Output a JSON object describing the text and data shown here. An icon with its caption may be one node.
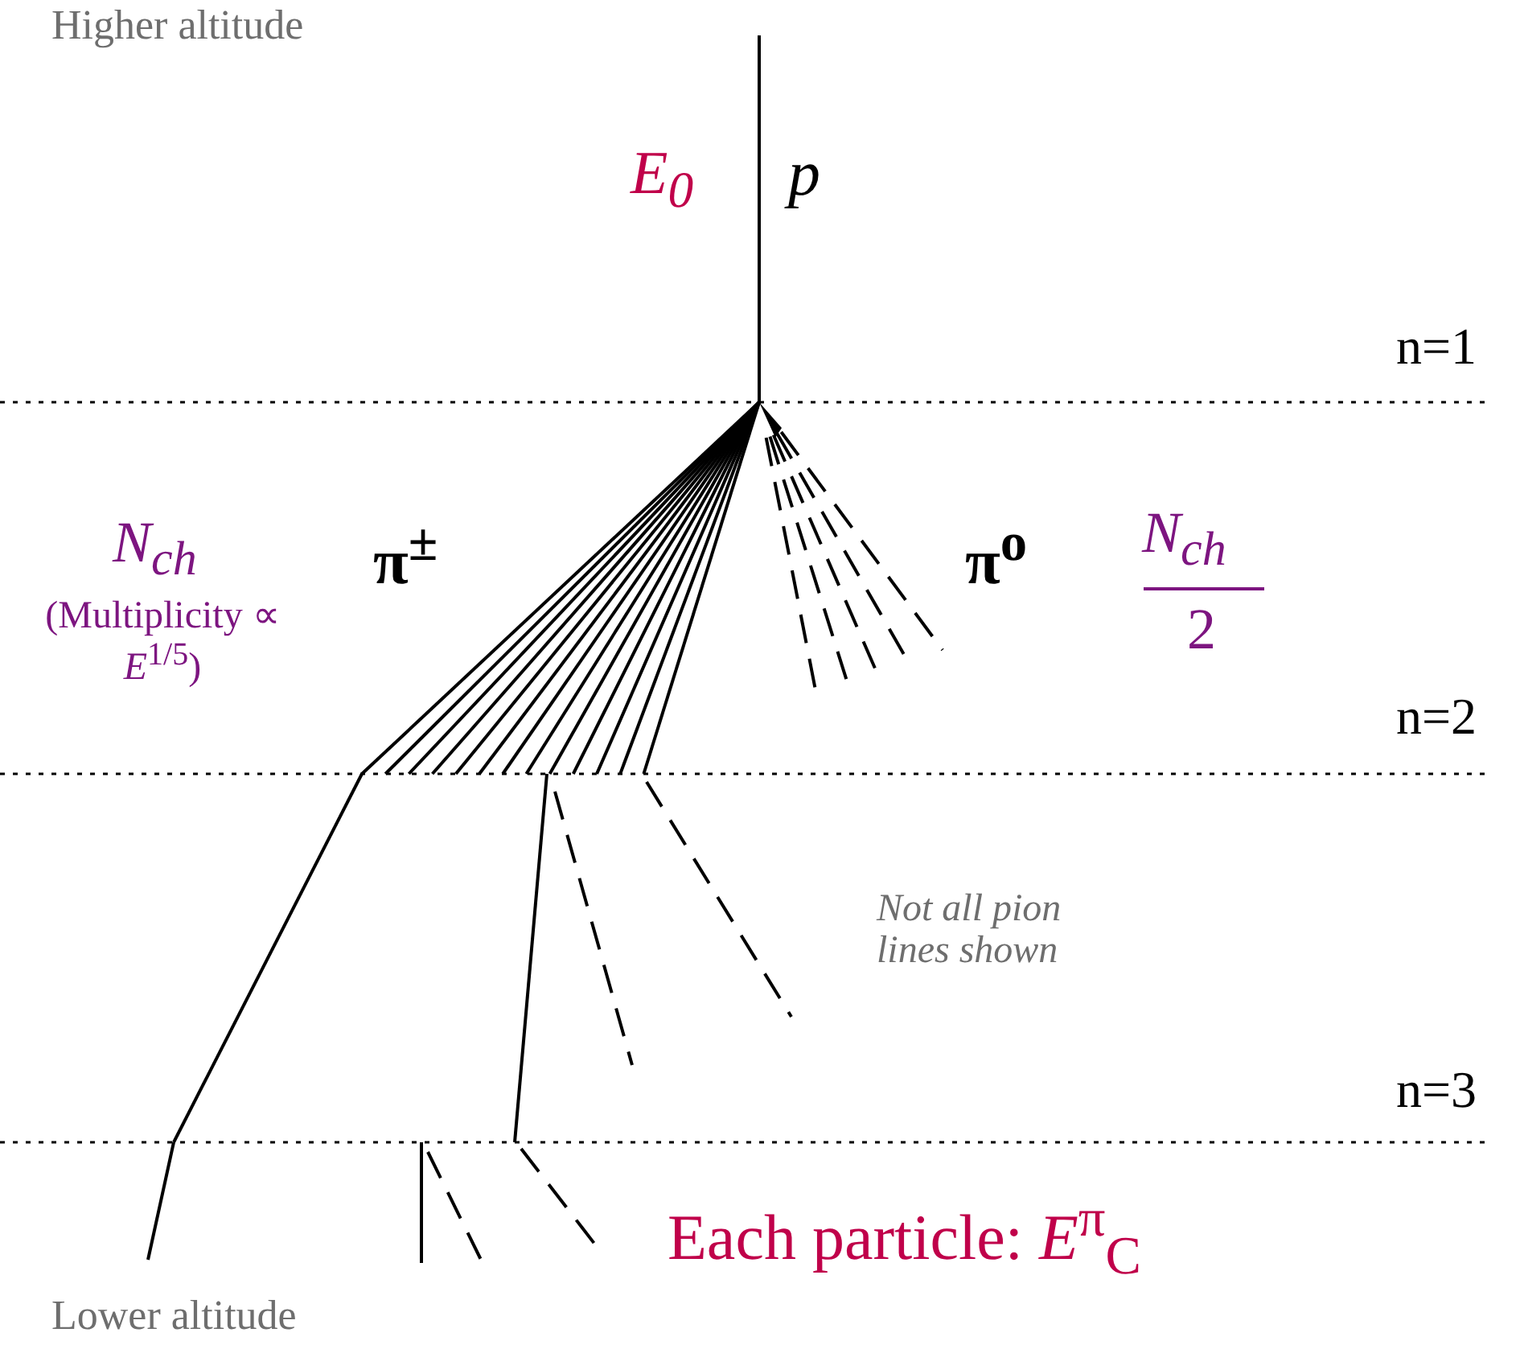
{
  "diagram": {
    "labels": [
      "Higher altitude",
      "E$_{0}$",
      "p",
      "n=1",
      "N$_{ch}$",
      "(Multiplicity ∝ *E*$^{1/5}$)",
      "π$^{±}$",
      "π$^{o}$",
      "N$_{ch}$",
      "2",
      "n=2",
      "Not all pion lines shown",
      "n=3",
      "Each particle: *E*$^{π}$$_{C}$",
      "Lower altitude"
    ]
  }
}
